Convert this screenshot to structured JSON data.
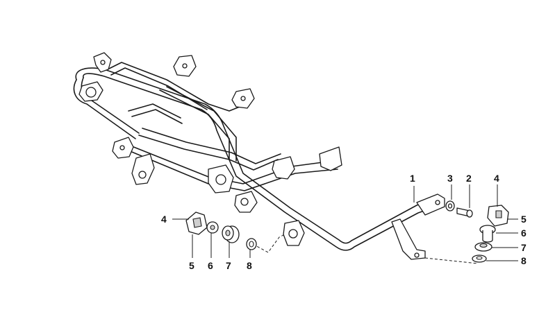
{
  "callouts": {
    "c1": "1",
    "c2": "2",
    "c3": "3",
    "c4_right": "4",
    "c5_right": "5",
    "c6_right": "6",
    "c7_right": "7",
    "c8_right": "8",
    "c4_left": "4",
    "c5_left": "5",
    "c6_left": "6",
    "c7_left": "7",
    "c8_left": "8"
  }
}
